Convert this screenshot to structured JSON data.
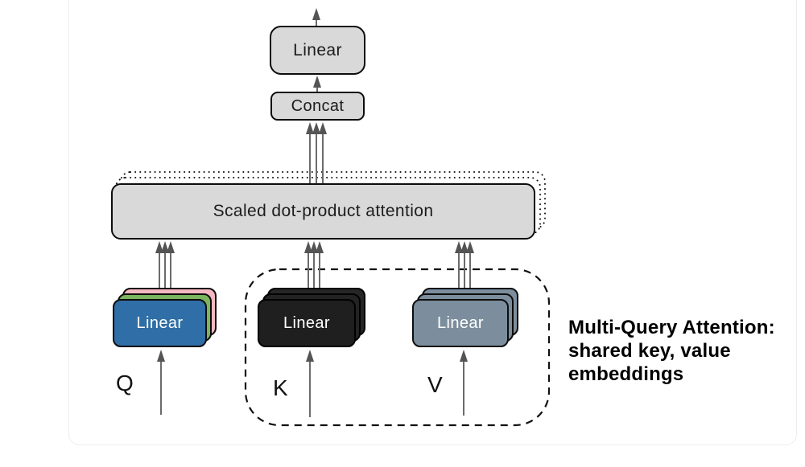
{
  "boxes": {
    "linear_top": "Linear",
    "concat": "Concat",
    "attention": "Scaled dot-product attention",
    "linear_q": "Linear",
    "linear_k": "Linear",
    "linear_v": "Linear"
  },
  "inputs": {
    "q": "Q",
    "k": "K",
    "v": "V"
  },
  "note": {
    "lines": [
      "Multi-Query Attention:",
      "shared key, value",
      "embeddings"
    ]
  },
  "colors": {
    "box_gray": "#d9d9d9",
    "border_black": "#0d0d0d",
    "query_blue": "#2f6ea6",
    "query_green": "#7cb45f",
    "query_pink": "#f5b8c1",
    "key_black": "#1f1f1f",
    "value_slate": "#7c8e9d",
    "arrow_gray": "#666666",
    "panel_border": "#ededed"
  }
}
